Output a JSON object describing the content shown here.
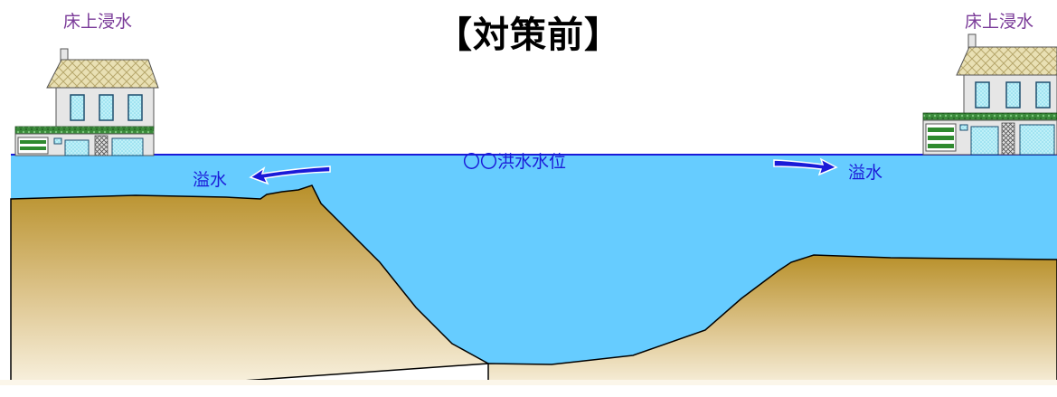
{
  "title": "【対策前】",
  "labels": {
    "flood_left": "床上浸水",
    "flood_right": "床上浸水",
    "water_level": "〇〇洪水水位",
    "overflow_left": "溢水",
    "overflow_right": "溢水"
  },
  "colors": {
    "water": "#66ccff",
    "water_line": "#1a1ad8",
    "ground_top": "#b8902a",
    "ground_bottom": "#fcf7ea",
    "arrow": "#1a1ad8",
    "flood_label": "#7a3a98",
    "roof": "#e9e0b4",
    "house_wall": "#e6e6e6",
    "window": "#a6e6f2",
    "hedge": "#3a8a3a"
  }
}
